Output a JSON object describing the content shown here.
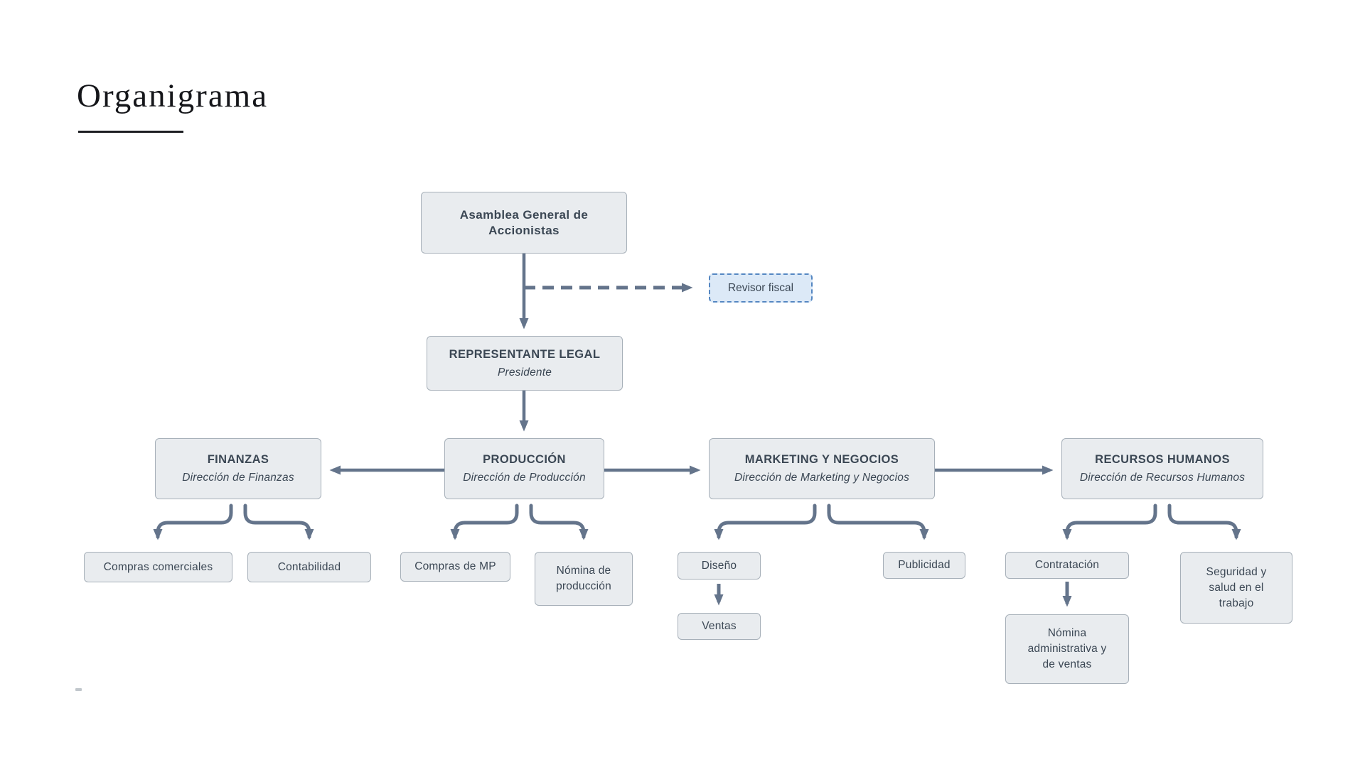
{
  "title": "Organigrama",
  "colors": {
    "box_fill": "#e9ecef",
    "box_border": "#a7b0b9",
    "text_color": "#3b4754",
    "connector_color": "#64748b",
    "revisor_fill": "#dce9f7",
    "revisor_border": "#5587c2",
    "title_color": "#15161a"
  },
  "nodes": {
    "asamblea": {
      "label": "Asamblea General de Accionistas"
    },
    "revisor": {
      "label": "Revisor fiscal"
    },
    "representante": {
      "label": "REPRESENTANTE LEGAL",
      "sublabel": "Presidente"
    },
    "finanzas": {
      "label": "FINANZAS",
      "sublabel": "Dirección de Finanzas"
    },
    "produccion": {
      "label": "PRODUCCIÓN",
      "sublabel": "Dirección de Producción"
    },
    "marketing": {
      "label": "MARKETING Y NEGOCIOS",
      "sublabel": "Dirección de Marketing y Negocios"
    },
    "rrhh": {
      "label": "RECURSOS HUMANOS",
      "sublabel": "Dirección de Recursos Humanos"
    },
    "compras_comerciales": {
      "label": "Compras comerciales"
    },
    "contabilidad": {
      "label": "Contabilidad"
    },
    "compras_mp": {
      "label": "Compras de MP"
    },
    "nomina_produccion": {
      "label": "Nómina de producción"
    },
    "diseno": {
      "label": "Diseño"
    },
    "ventas": {
      "label": "Ventas"
    },
    "publicidad": {
      "label": "Publicidad"
    },
    "contratacion": {
      "label": "Contratación"
    },
    "nomina_admin": {
      "label": "Nómina administrativa y de ventas"
    },
    "seguridad": {
      "label": "Seguridad y salud en el trabajo"
    }
  }
}
